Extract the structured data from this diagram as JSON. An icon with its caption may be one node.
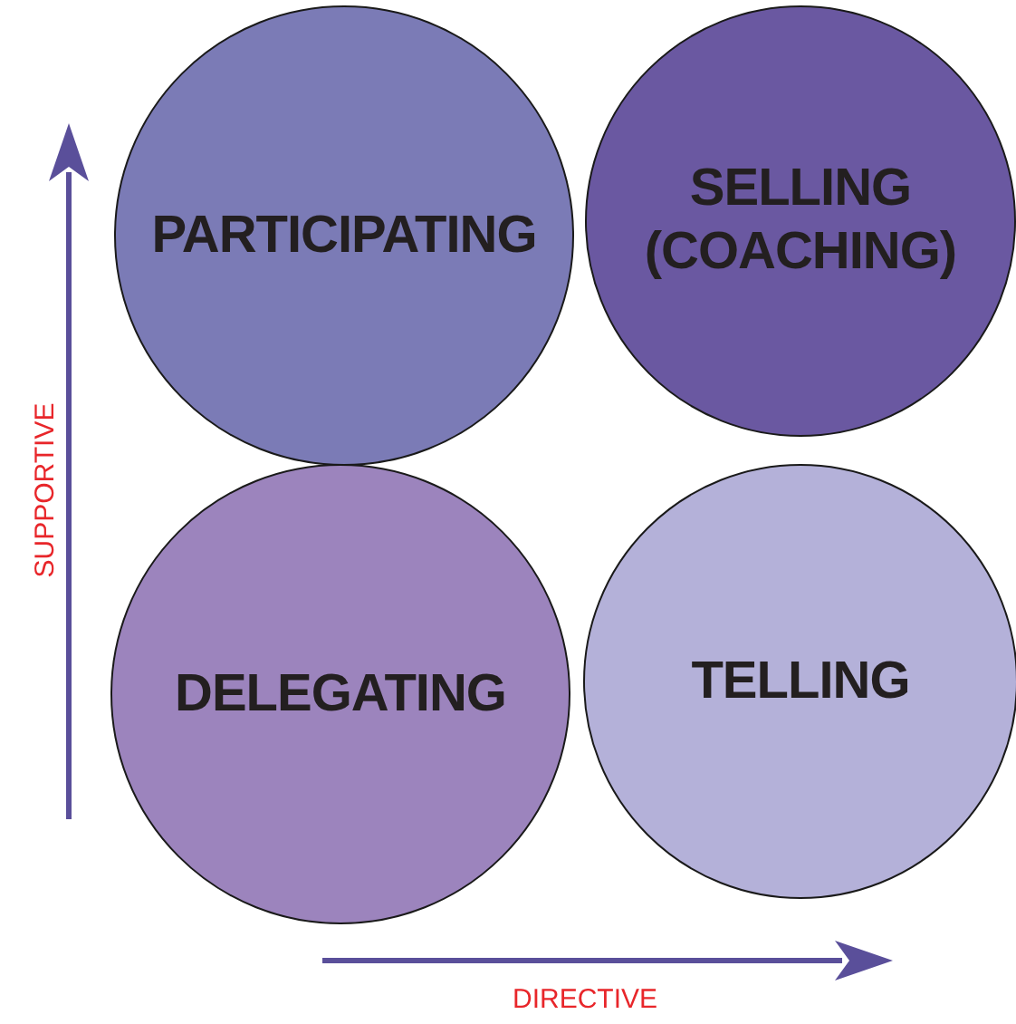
{
  "diagram": {
    "nodes": [
      {
        "text": [
          "PARTICIPATING"
        ]
      },
      {
        "text": [
          "SELLING (COACHING)"
        ]
      },
      {
        "text": [
          "DELEGATING"
        ]
      },
      {
        "text": [
          "TELLING"
        ]
      }
    ],
    "labels": [
      "SUPPORTIVE",
      "DIRECTIVE"
    ]
  }
}
